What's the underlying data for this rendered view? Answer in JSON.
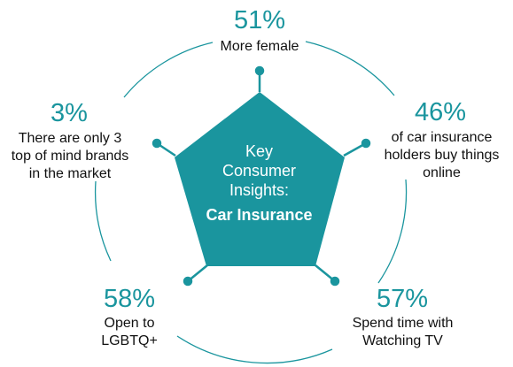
{
  "colors": {
    "accent": "#1a959e",
    "text": "#111111",
    "center_text": "#ffffff"
  },
  "center": {
    "line1": "Key\nConsumer\nInsights:",
    "line2": "Car Insurance"
  },
  "insights": [
    {
      "id": "top",
      "value": "51%",
      "text": "More female"
    },
    {
      "id": "upper-right",
      "value": "46%",
      "text": "of car insurance\nholders buy things\nonline"
    },
    {
      "id": "lower-right",
      "value": "57%",
      "text": "Spend time with\nWatching TV"
    },
    {
      "id": "lower-left",
      "value": "58%",
      "text": "Open to\nLGBTQ+"
    },
    {
      "id": "upper-left",
      "value": "3%",
      "text": "There are only 3\ntop of mind brands\nin the market"
    }
  ]
}
